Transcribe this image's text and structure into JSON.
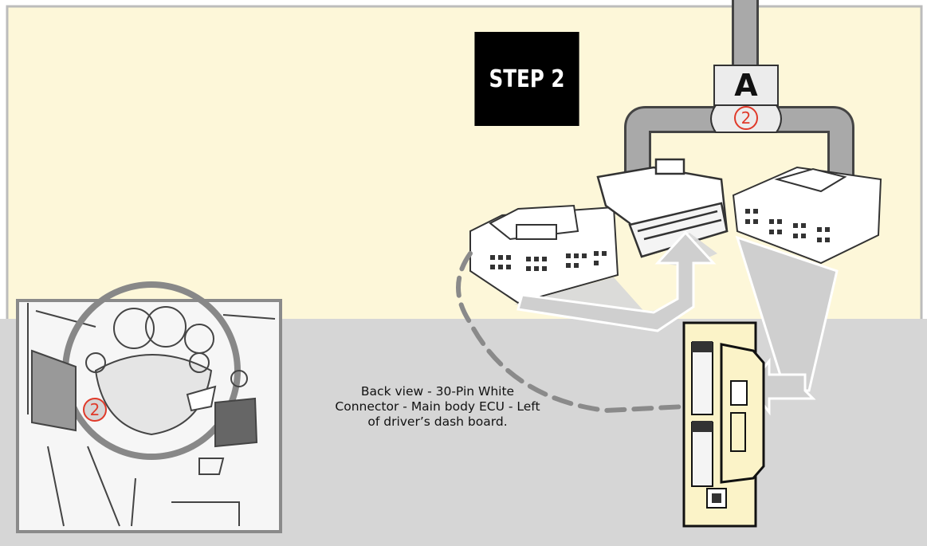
{
  "step_label": "STEP 2",
  "connector_tag": "A",
  "step_number_badge": "2",
  "inset_badge": "2",
  "caption": "Back view - 30-Pin White\nConnector - Main body ECU - Left\nof driver’s dash board.",
  "colors": {
    "background_top": "#fdf7d9",
    "background_bottom": "#d6d6d6",
    "harness": "#a9a9a9",
    "badge_red": "#e03a2a",
    "step_box": "#000000",
    "ecu_panel": "#fbf3c8"
  }
}
